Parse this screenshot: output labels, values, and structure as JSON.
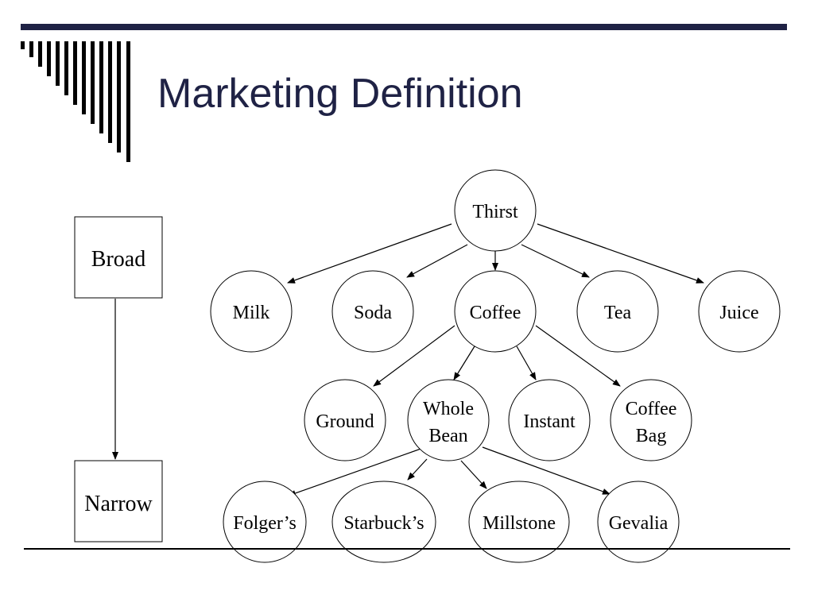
{
  "slide": {
    "title": "Marketing Definition",
    "accent_color": "#1f2245"
  },
  "scale": {
    "top": "Broad",
    "bottom": "Narrow"
  },
  "nodes": {
    "thirst": "Thirst",
    "milk": "Milk",
    "soda": "Soda",
    "coffee": "Coffee",
    "tea": "Tea",
    "juice": "Juice",
    "ground": "Ground",
    "whole_bean_1": "Whole",
    "whole_bean_2": "Bean",
    "instant": "Instant",
    "coffee_bag_1": "Coffee",
    "coffee_bag_2": "Bag",
    "folgers": "Folger’s",
    "starbucks": "Starbuck’s",
    "millstone": "Millstone",
    "gevalia": "Gevalia"
  }
}
